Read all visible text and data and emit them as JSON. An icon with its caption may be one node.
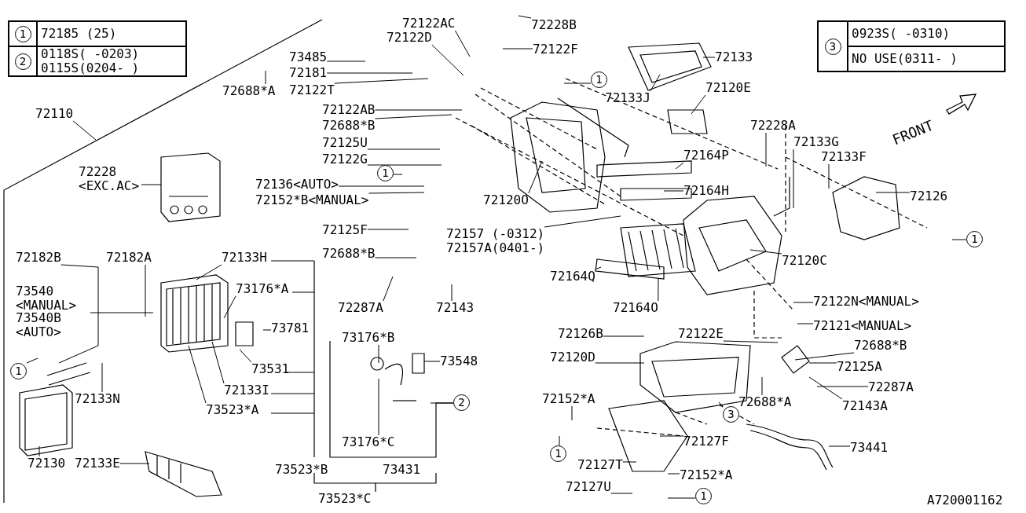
{
  "diagram": {
    "nodes": [
      {
        "text": [
          "72122AC"
        ]
      },
      {
        "text": [
          "72228B"
        ]
      },
      {
        "text": [
          "72122D"
        ]
      },
      {
        "text": [
          "72122F"
        ]
      },
      {
        "text": [
          "73485"
        ]
      },
      {
        "text": [
          "72181"
        ]
      },
      {
        "text": [
          "72122T"
        ]
      },
      {
        "text": [
          "72133"
        ]
      },
      {
        "text": [
          "72133J"
        ]
      },
      {
        "text": [
          "72120E"
        ]
      },
      {
        "text": [
          "72122AB"
        ]
      },
      {
        "text": [
          "72688*B"
        ]
      },
      {
        "text": [
          "72125U"
        ]
      },
      {
        "text": [
          "72122G"
        ]
      },
      {
        "text": [
          "72688*A"
        ]
      },
      {
        "text": [
          "72110"
        ]
      },
      {
        "text": [
          "72228 <EXC.AC>"
        ]
      },
      {
        "text": [
          "72136<AUTO>"
        ]
      },
      {
        "text": [
          "72152*B<MANUAL>"
        ]
      },
      {
        "text": [
          "72120O"
        ]
      },
      {
        "text": [
          "72164P"
        ]
      },
      {
        "text": [
          "72164H"
        ]
      },
      {
        "text": [
          "72228A"
        ]
      },
      {
        "text": [
          "72133G"
        ]
      },
      {
        "text": [
          "72133F"
        ]
      },
      {
        "text": [
          "72126"
        ]
      },
      {
        "text": [
          "72125F"
        ]
      },
      {
        "text": [
          "72157 (-0312)"
        ]
      },
      {
        "text": [
          "72157A(0401-)"
        ]
      },
      {
        "text": [
          "72688*B"
        ]
      },
      {
        "text": [
          "72287A"
        ]
      },
      {
        "text": [
          "72143"
        ]
      },
      {
        "text": [
          "72164Q"
        ]
      },
      {
        "text": [
          "72164O"
        ]
      },
      {
        "text": [
          "72120C"
        ]
      },
      {
        "text": [
          "72122N<MANUAL>"
        ]
      },
      {
        "text": [
          "72121<MANUAL>"
        ]
      },
      {
        "text": [
          "72126B"
        ]
      },
      {
        "text": [
          "72122E"
        ]
      },
      {
        "text": [
          "72688*B"
        ]
      },
      {
        "text": [
          "72125A"
        ]
      },
      {
        "text": [
          "72120D"
        ]
      },
      {
        "text": [
          "72287A"
        ]
      },
      {
        "text": [
          "72688*A"
        ]
      },
      {
        "text": [
          "72143A"
        ]
      },
      {
        "text": [
          "72152*A"
        ]
      },
      {
        "text": [
          "3"
        ]
      },
      {
        "text": [
          "73441"
        ]
      },
      {
        "text": [
          "72127F"
        ]
      },
      {
        "text": [
          "72127T"
        ]
      },
      {
        "text": [
          "72127U"
        ]
      },
      {
        "text": [
          "72152*A"
        ]
      },
      {
        "text": [
          "1"
        ]
      },
      {
        "text": [
          "1"
        ]
      },
      {
        "text": [
          "1"
        ]
      },
      {
        "text": [
          "1"
        ]
      },
      {
        "text": [
          "1"
        ]
      },
      {
        "text": [
          "1"
        ]
      },
      {
        "text": [
          "2"
        ]
      },
      {
        "text": [
          "72182B"
        ]
      },
      {
        "text": [
          "72182A"
        ]
      },
      {
        "text": [
          "72133H"
        ]
      },
      {
        "text": [
          "73540 <MANUAL>"
        ]
      },
      {
        "text": [
          "73540B <AUTO>"
        ]
      },
      {
        "text": [
          "73176*A"
        ]
      },
      {
        "text": [
          "73781"
        ]
      },
      {
        "text": [
          "73531"
        ]
      },
      {
        "text": [
          "72133I"
        ]
      },
      {
        "text": [
          "73523*A"
        ]
      },
      {
        "text": [
          "72133N"
        ]
      },
      {
        "text": [
          "72130"
        ]
      },
      {
        "text": [
          "72133E"
        ]
      },
      {
        "text": [
          "73176*B"
        ]
      },
      {
        "text": [
          "73548"
        ]
      },
      {
        "text": [
          "73176*C"
        ]
      },
      {
        "text": [
          "73431"
        ]
      },
      {
        "text": [
          "73523*B"
        ]
      },
      {
        "text": [
          "73523*C"
        ]
      },
      {
        "text": [
          "1"
        ]
      },
      {
        "text": [
          "2"
        ]
      },
      {
        "text": [
          "3"
        ]
      }
    ],
    "edges": [
      {
        "from": 0,
        "to": null,
        "arrow": "none"
      },
      {
        "from": 1,
        "to": null,
        "arrow": "none"
      },
      {
        "from": 2,
        "to": null,
        "arrow": "none"
      },
      {
        "from": 3,
        "to": null,
        "arrow": "none"
      },
      {
        "from": 4,
        "to": null,
        "arrow": "none"
      },
      {
        "from": 5,
        "to": null,
        "arrow": "none"
      },
      {
        "from": 6,
        "to": null,
        "arrow": "none"
      },
      {
        "from": 7,
        "to": null,
        "arrow": "none"
      },
      {
        "from": 8,
        "to": null,
        "arrow": "none"
      },
      {
        "from": 9,
        "to": null,
        "arrow": "none"
      },
      {
        "from": 10,
        "to": null,
        "arrow": "none"
      },
      {
        "from": 11,
        "to": null,
        "arrow": "none"
      },
      {
        "from": 12,
        "to": null,
        "arrow": "none"
      },
      {
        "from": 13,
        "to": null,
        "arrow": "none"
      },
      {
        "from": 14,
        "to": null,
        "arrow": "none"
      },
      {
        "from": 15,
        "to": null,
        "arrow": "none"
      },
      {
        "from": 16,
        "to": null,
        "arrow": "none"
      },
      {
        "from": 17,
        "to": null,
        "arrow": "none"
      },
      {
        "from": 18,
        "to": null,
        "arrow": "none"
      },
      {
        "from": 19,
        "to": null,
        "arrow": "none"
      },
      {
        "from": 20,
        "to": null,
        "arrow": "none"
      },
      {
        "from": 21,
        "to": null,
        "arrow": "none"
      },
      {
        "from": 22,
        "to": null,
        "arrow": "none"
      },
      {
        "from": 23,
        "to": null,
        "arrow": "none"
      },
      {
        "from": 24,
        "to": null,
        "arrow": "none"
      },
      {
        "from": 25,
        "to": null,
        "arrow": "none"
      },
      {
        "from": 26,
        "to": null,
        "arrow": "none"
      },
      {
        "from": 27,
        "to": null,
        "arrow": "none"
      },
      {
        "from": 29,
        "to": null,
        "arrow": "none"
      },
      {
        "from": 30,
        "to": null,
        "arrow": "none"
      },
      {
        "from": 31,
        "to": null,
        "arrow": "none"
      },
      {
        "from": 32,
        "to": null,
        "arrow": "none"
      },
      {
        "from": 33,
        "to": null,
        "arrow": "none"
      },
      {
        "from": 34,
        "to": null,
        "arrow": "none"
      },
      {
        "from": 35,
        "to": null,
        "arrow": "none"
      },
      {
        "from": 36,
        "to": null,
        "arrow": "none"
      },
      {
        "from": 37,
        "to": null,
        "arrow": "none"
      },
      {
        "from": 38,
        "to": null,
        "arrow": "none"
      },
      {
        "from": 39,
        "to": null,
        "arrow": "none"
      },
      {
        "from": 40,
        "to": null,
        "arrow": "none"
      },
      {
        "from": 41,
        "to": null,
        "arrow": "none"
      },
      {
        "from": 42,
        "to": null,
        "arrow": "none"
      },
      {
        "from": 43,
        "to": null,
        "arrow": "none"
      },
      {
        "from": 44,
        "to": null,
        "arrow": "none"
      },
      {
        "from": 45,
        "to": null,
        "arrow": "none"
      },
      {
        "from": 46,
        "to": null,
        "arrow": "none"
      },
      {
        "from": 47,
        "to": null,
        "arrow": "none"
      },
      {
        "from": 48,
        "to": null,
        "arrow": "none"
      },
      {
        "from": 49,
        "to": null,
        "arrow": "none"
      },
      {
        "from": 50,
        "to": null,
        "arrow": "none"
      },
      {
        "from": 51,
        "to": null,
        "arrow": "none"
      },
      {
        "from": 52,
        "to": null,
        "arrow": "none"
      },
      {
        "from": 53,
        "to": null,
        "arrow": "none"
      },
      {
        "from": 54,
        "to": null,
        "arrow": "none"
      },
      {
        "from": 55,
        "to": null,
        "arrow": "none"
      },
      {
        "from": 56,
        "to": null,
        "arrow": "none"
      },
      {
        "from": 57,
        "to": null,
        "arrow": "none"
      },
      {
        "from": 58,
        "to": null,
        "arrow": "none"
      },
      {
        "from": 59,
        "to": null,
        "arrow": "none"
      },
      {
        "from": 60,
        "to": null,
        "arrow": "none"
      },
      {
        "from": 61,
        "to": null,
        "arrow": "none"
      },
      {
        "from": 62,
        "to": null,
        "arrow": "none"
      },
      {
        "from": 64,
        "to": null,
        "arrow": "none"
      },
      {
        "from": 65,
        "to": null,
        "arrow": "none"
      },
      {
        "from": 66,
        "to": null,
        "arrow": "none"
      },
      {
        "from": 67,
        "to": null,
        "arrow": "none"
      },
      {
        "from": 68,
        "to": null,
        "arrow": "none"
      },
      {
        "from": 69,
        "to": null,
        "arrow": "none"
      },
      {
        "from": 70,
        "to": null,
        "arrow": "none"
      },
      {
        "from": 71,
        "to": null,
        "arrow": "none"
      },
      {
        "from": 72,
        "to": null,
        "arrow": "none"
      },
      {
        "from": 73,
        "to": null,
        "arrow": "none"
      },
      {
        "from": 74,
        "to": null,
        "arrow": "none"
      }
    ],
    "labels": [
      "72185 (25)",
      "0118S( -0203)",
      "0115S(0204- )",
      "0923S( -0310)",
      "NO USE(0311- )",
      "FRONT",
      "A720001162"
    ]
  }
}
